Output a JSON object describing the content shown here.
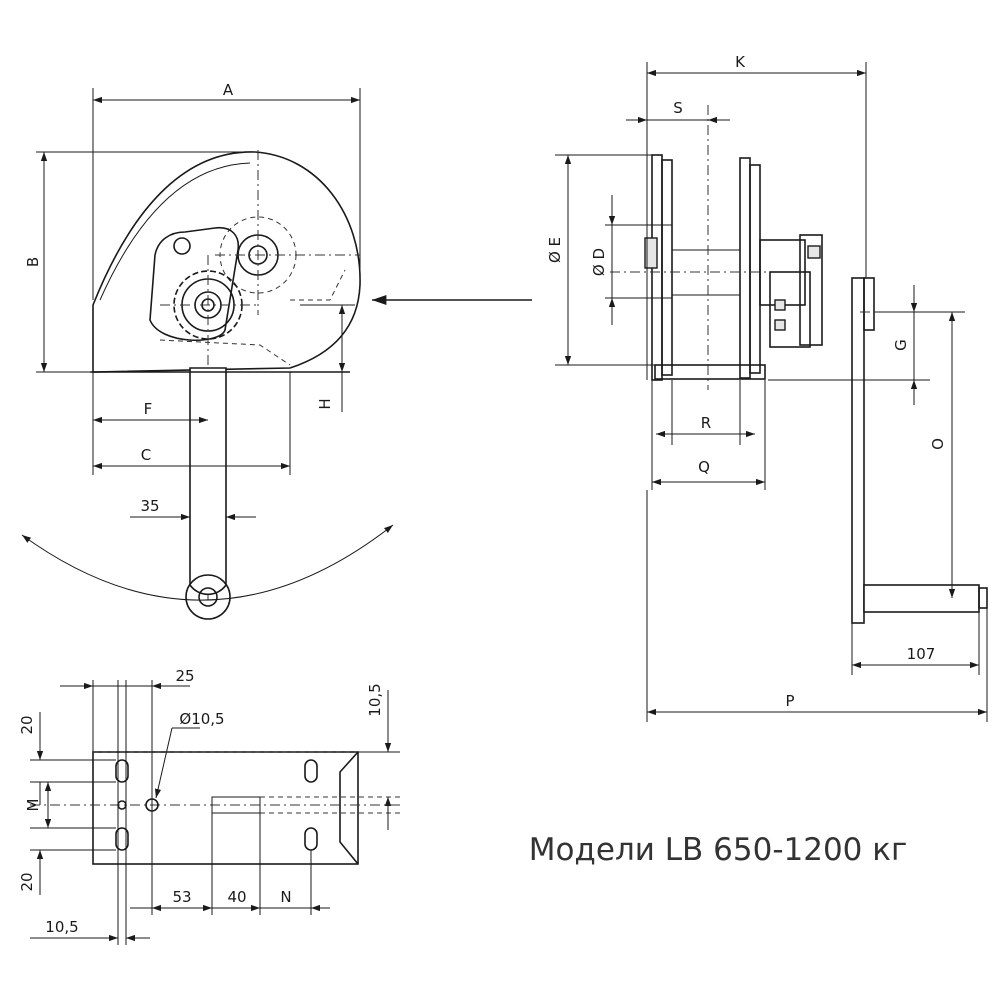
{
  "title": "Модели LB 650-1200 кг",
  "side_view": {
    "dim_A": "A",
    "dim_B": "B",
    "dim_F": "F",
    "dim_C": "C",
    "dim_H": "H",
    "dim_35": "35"
  },
  "front_view": {
    "dim_K": "K",
    "dim_S": "S",
    "dim_E": "Ø E",
    "dim_D": "Ø D",
    "dim_R": "R",
    "dim_Q": "Q",
    "dim_G": "G",
    "dim_O": "O",
    "dim_107": "107",
    "dim_P": "P"
  },
  "base_view": {
    "dim_25": "25",
    "dim_hole": "Ø10,5",
    "dim_105_right": "10,5",
    "dim_20_top": "20",
    "dim_M": "M",
    "dim_20_bottom": "20",
    "dim_53": "53",
    "dim_40": "40",
    "dim_N": "N",
    "dim_105_bottom": "10,5"
  }
}
